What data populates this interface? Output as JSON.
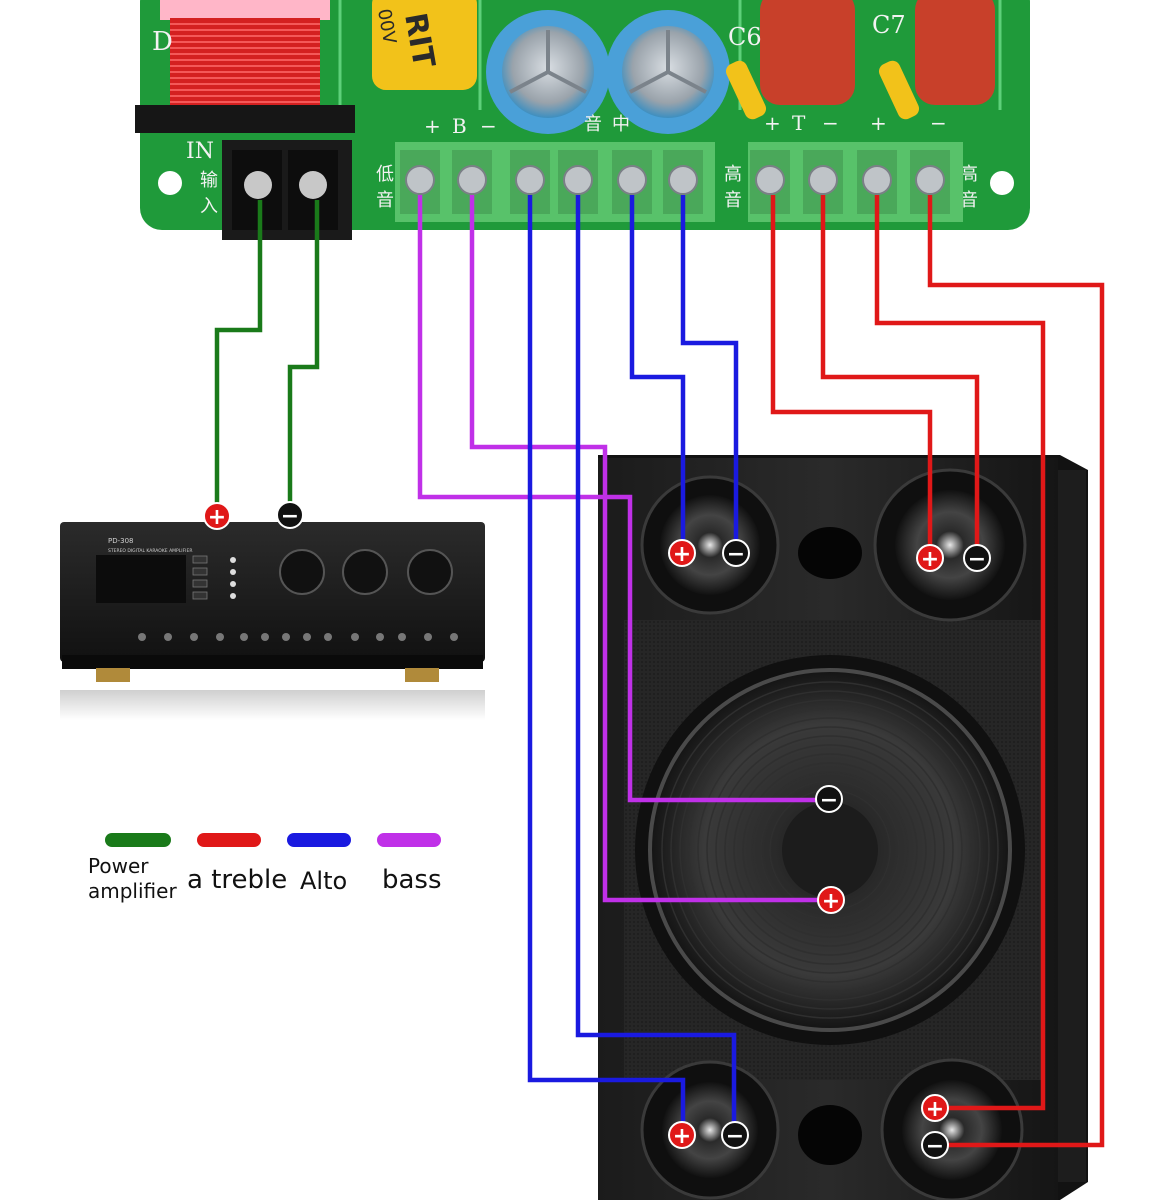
{
  "colors": {
    "power": "#1a7a1a",
    "treble": "#e01818",
    "alto": "#1a1ae0",
    "bass": "#c030e8",
    "pcb": "#1f9a3a",
    "terminal": "#58c26a"
  },
  "pcb": {
    "labels": {
      "in": "IN",
      "b_plus": "+",
      "b": "B",
      "b_minus": "−",
      "t_plus": "+",
      "t": "T",
      "t_minus": "−",
      "c6": "C6",
      "c7": "C7",
      "cap_text": "RIT",
      "cap_volt": "00V",
      "low_1": "低",
      "low_2": "音",
      "mid_1": "中",
      "mid_2": "音",
      "high_1": "高",
      "high_2": "音",
      "high_r1": "高",
      "high_r2": "音",
      "in_1": "输",
      "in_2": "入"
    }
  },
  "amplifier": {
    "model": "PD-308",
    "subtitle": "STEREO DIGITAL KARAOKE AMPLIFIER",
    "plus_symbol": "+",
    "minus_symbol": "−"
  },
  "legend": [
    {
      "id": "power",
      "label_lines": [
        "Power",
        "amplifier"
      ]
    },
    {
      "id": "treble",
      "label_lines": [
        "a treble"
      ]
    },
    {
      "id": "alto",
      "label_lines": [
        "Alto"
      ]
    },
    {
      "id": "bass",
      "label_lines": [
        "bass"
      ]
    }
  ],
  "speaker_markers": {
    "plus": "+",
    "minus": "−"
  }
}
